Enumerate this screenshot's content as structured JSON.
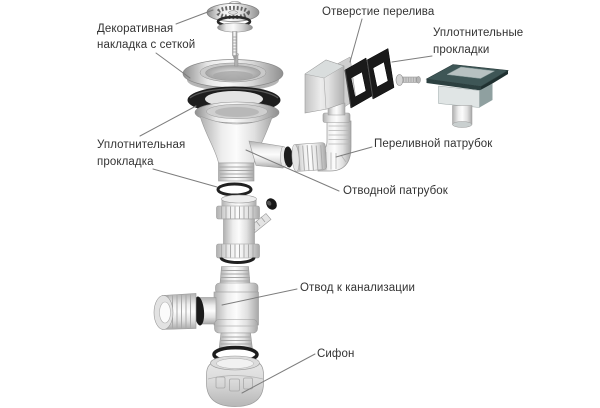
{
  "labels": {
    "decorative_strainer": "Декоративная накладка с сеткой",
    "overflow_hole": "Отверстие перелива",
    "sealing_gaskets": "Уплотнительные прокладки",
    "sealing_gasket": "Уплотнительная прокладка",
    "overflow_pipe": "Переливной патрубок",
    "outlet_pipe": "Отводной патрубок",
    "sewer_outlet": "Отвод к канализации",
    "siphon": "Сифон"
  },
  "colors": {
    "background": "#ffffff",
    "label_text": "#333333",
    "leader_line": "#7d7d7d",
    "rubber_black": "#1d1d1d",
    "overflow_cover": "#3e5656",
    "plastic_light": "#f2f2f2"
  }
}
